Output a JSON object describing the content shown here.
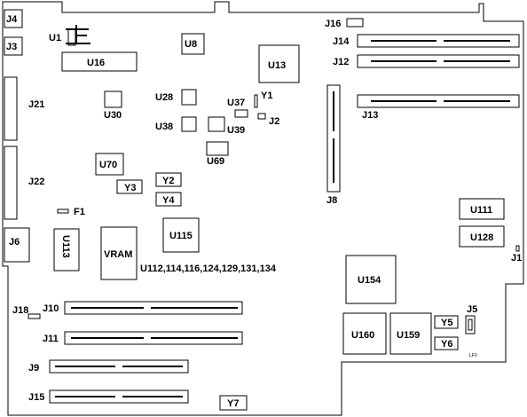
{
  "labels": {
    "J4": "J4",
    "J3": "J3",
    "U1": "U1",
    "U16": "U16",
    "U8": "U8",
    "U13": "U13",
    "J16": "J16",
    "J14": "J14",
    "J12": "J12",
    "J13": "J13",
    "J21": "J21",
    "U28": "U28",
    "U30": "U30",
    "U37": "U37",
    "Y1": "Y1",
    "J2": "J2",
    "U38": "U38",
    "U39": "U39",
    "U69": "U69",
    "U70": "U70",
    "Y2": "Y2",
    "Y3": "Y3",
    "Y4": "Y4",
    "J22": "J22",
    "F1": "F1",
    "J8": "J8",
    "U111": "U111",
    "U128": "U128",
    "J1": "J1",
    "J6": "J6",
    "U113": "U113",
    "VRAM": "VRAM",
    "U115": "U115",
    "vram_list": "U112,114,116,124,129,131,134",
    "U154": "U154",
    "J18": "J18",
    "J10": "J10",
    "J11": "J11",
    "J5": "J5",
    "Y5": "Y5",
    "Y6": "Y6",
    "U160": "U160",
    "U159": "U159",
    "J9": "J9",
    "J15": "J15",
    "Y7": "Y7",
    "tiny_mark": "LF0"
  }
}
